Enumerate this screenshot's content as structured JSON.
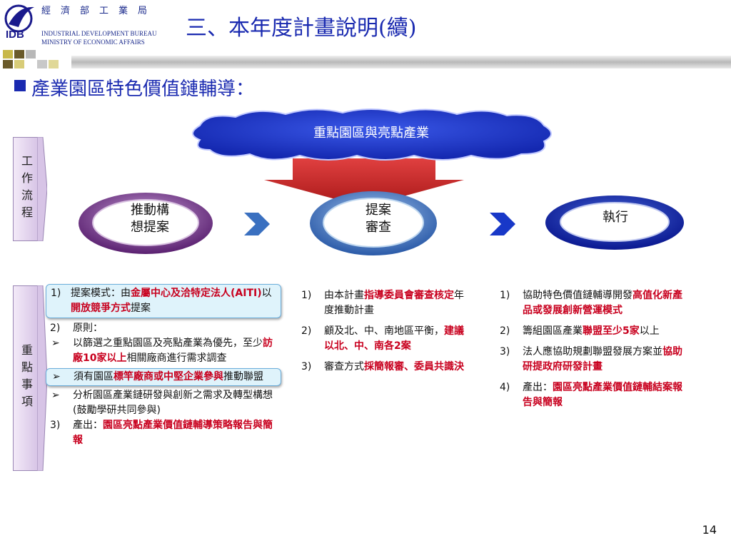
{
  "header": {
    "logo_text": "IDB",
    "org_name_cn": "經濟部工業局",
    "org_name_en_1": "INDUSTRIAL DEVELOPMENT BUREAU",
    "org_name_en_2": "MINISTRY OF ECONOMIC AFFAIRS",
    "title": "三、本年度計畫說明(續)"
  },
  "section": {
    "title": "產業園區特色價值鏈輔導："
  },
  "side_labels": {
    "workflow": "工作流程",
    "key_items": "重點事項"
  },
  "diagram": {
    "cloud_label": "重點園區與亮點產業",
    "steps": [
      {
        "label_line1": "推動構",
        "label_line2": "想提案"
      },
      {
        "label_line1": "提案",
        "label_line2": "審查"
      },
      {
        "label": "執行"
      }
    ]
  },
  "col1": {
    "i1_num": "1)",
    "i1_a": "提案模式：由",
    "i1_b": "金屬中心及洽特定法人(AITI)",
    "i1_c": "以",
    "i1_d": "開放競爭方式",
    "i1_e": "提案",
    "i2_num": "2)",
    "i2": "原則：",
    "b1": "以篩選之重點園區及亮點產業為優先，至少",
    "b1_red": "訪廠10家以上",
    "b1_end": "相關廠商進行需求調查",
    "b2": "須有園區",
    "b2_red": "標竿廠商或中堅企業參與",
    "b2_end": "推動聯盟",
    "b3": "分析園區產業鏈研發與創新之需求及轉型構想(鼓勵學研共同參與)",
    "i3_num": "3)",
    "i3": "產出：",
    "i3_red": "園區亮點產業價值鏈輔導策略報告與簡報"
  },
  "col2": {
    "i1_num": "1)",
    "i1_a": "由本計畫",
    "i1_red": "指導委員會審查核定",
    "i1_b": "年度推動計畫",
    "i2_num": "2)",
    "i2_a": "顧及北、中、南地區平衡，",
    "i2_red": "建議以北、中、南各2案",
    "i3_num": "3)",
    "i3_a": "審查方式",
    "i3_red": "採簡報審、委員共識決"
  },
  "col3": {
    "i1_num": "1)",
    "i1_a": "協助特色價值鏈輔導開發",
    "i1_red": "高值化新產品或發展創新營運模式",
    "i2_num": "2)",
    "i2_a": "籌組園區產業",
    "i2_red": "聯盟至少5家",
    "i2_b": "以上",
    "i3_num": "3)",
    "i3_a": "法人應協助規劃聯盟發展方案並",
    "i3_red": "協助研提政府研發計畫",
    "i4_num": "4)",
    "i4_a": "產出：",
    "i4_red": "園區亮點產業價值鏈輔結案報告與簡報"
  },
  "page_number": "14",
  "colors": {
    "title_blue": "#1a2ab0",
    "emphasis_red": "#c8001e",
    "cloud_blue": "#1832c8"
  }
}
